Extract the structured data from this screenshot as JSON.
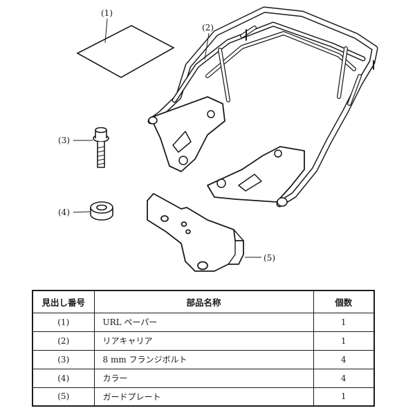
{
  "callouts": {
    "c1": "(1)",
    "c2": "(2)",
    "c3": "(3)",
    "c4": "(4)",
    "c5": "(5)"
  },
  "table": {
    "headers": {
      "no": "見出し番号",
      "name": "部品名称",
      "qty": "個数"
    },
    "rows": [
      {
        "no": "(1)",
        "name": "URL ペーパー",
        "qty": "1"
      },
      {
        "no": "(2)",
        "name": "リアキャリア",
        "qty": "1"
      },
      {
        "no": "(3)",
        "name": "8 mm フランジボルト",
        "qty": "4"
      },
      {
        "no": "(4)",
        "name": "カラー",
        "qty": "4"
      },
      {
        "no": "(5)",
        "name": "ガードプレート",
        "qty": "1"
      }
    ]
  }
}
